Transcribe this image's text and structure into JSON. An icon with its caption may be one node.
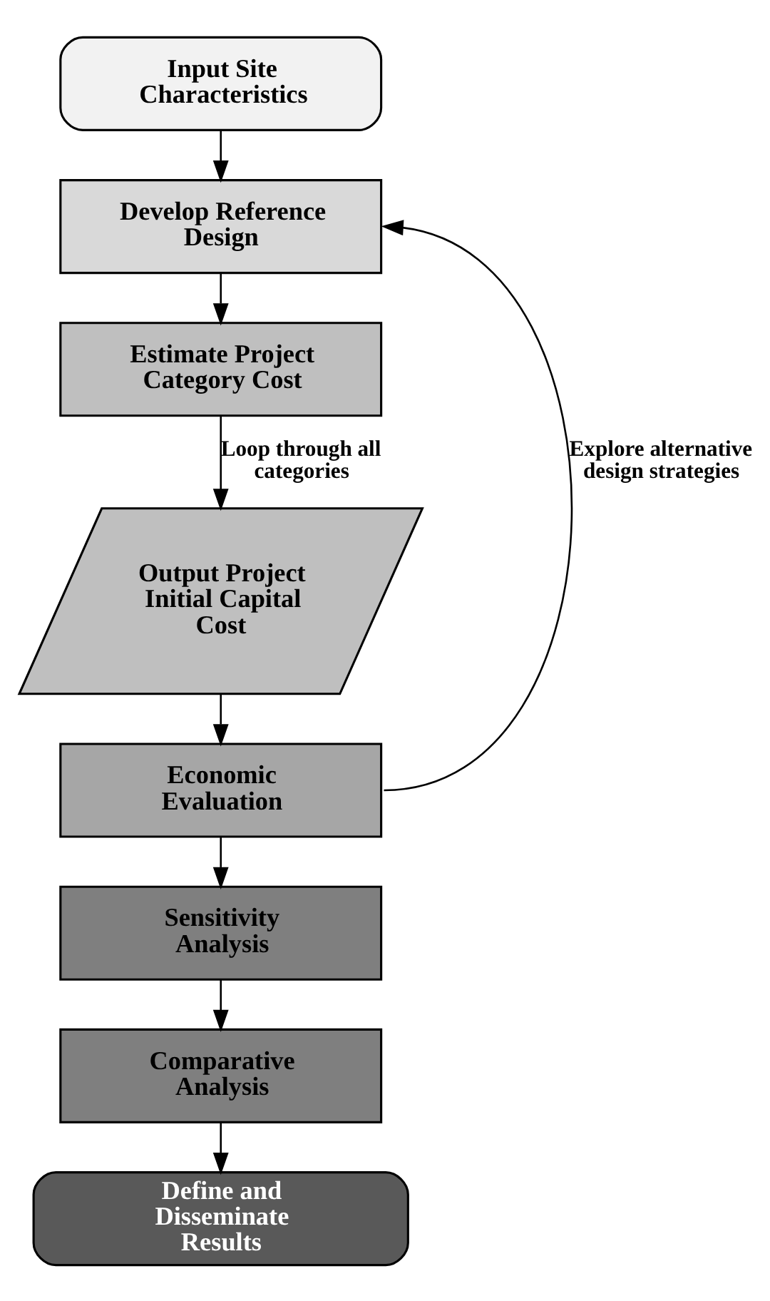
{
  "diagram": {
    "nodes": [
      {
        "text": [
          "Input Site Characteristics"
        ]
      },
      {
        "text": [
          "Develop Reference Design"
        ]
      },
      {
        "text": [
          "Estimate Project Category Cost"
        ]
      },
      {
        "text": [
          "Output Project Initial Capital Cost"
        ]
      },
      {
        "text": [
          "Economic Evaluation"
        ]
      },
      {
        "text": [
          "Sensitivity Analysis"
        ]
      },
      {
        "text": [
          "Comparative Analysis"
        ]
      },
      {
        "text": [
          "Define and Disseminate Results"
        ]
      }
    ],
    "edges": [
      {
        "from": 0,
        "to": 1,
        "arrow": "to"
      },
      {
        "from": 1,
        "to": 2,
        "arrow": "to"
      },
      {
        "from": 2,
        "to": 3,
        "arrow": "to",
        "label": "Loop through all categories"
      },
      {
        "from": 3,
        "to": 4,
        "arrow": "to"
      },
      {
        "from": 4,
        "to": 1,
        "arrow": "to",
        "label": "Explore alternative design strategies"
      },
      {
        "from": 4,
        "to": 5,
        "arrow": "to"
      },
      {
        "from": 5,
        "to": 6,
        "arrow": "to"
      },
      {
        "from": 6,
        "to": 7,
        "arrow": "to"
      }
    ]
  }
}
